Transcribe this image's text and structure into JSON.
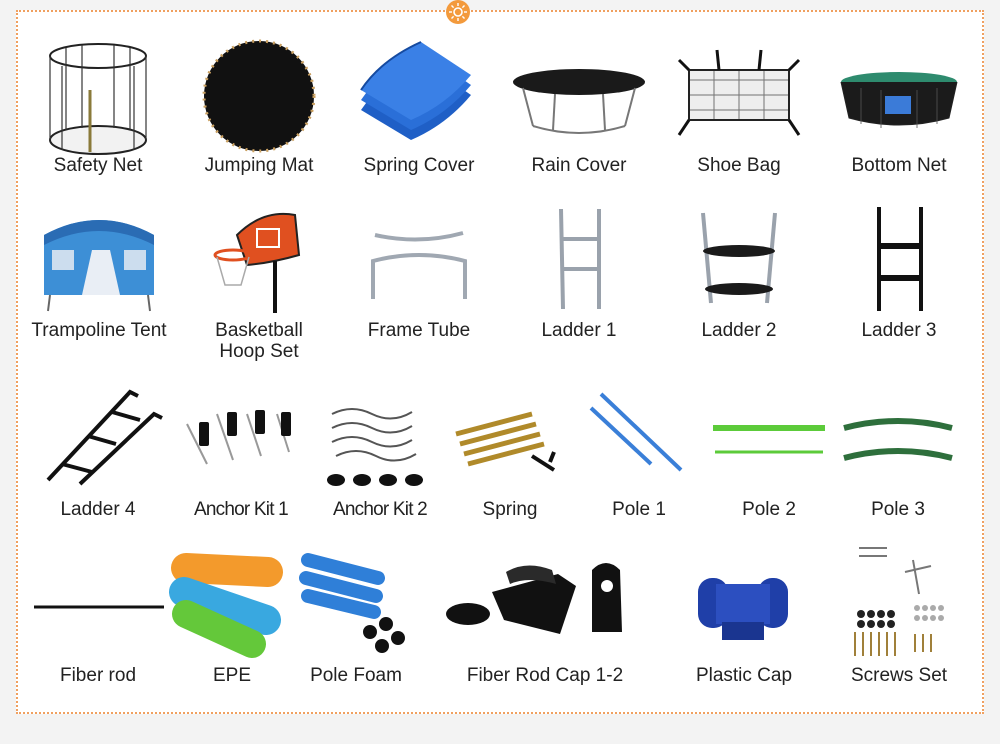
{
  "items": [
    {
      "label": "Safety Net",
      "icon": "safety-net-icon"
    },
    {
      "label": "Jumping Mat",
      "icon": "jumping-mat-icon"
    },
    {
      "label": "Spring Cover",
      "icon": "spring-cover-icon"
    },
    {
      "label": "Rain Cover",
      "icon": "rain-cover-icon"
    },
    {
      "label": "Shoe Bag",
      "icon": "shoe-bag-icon"
    },
    {
      "label": "Bottom Net",
      "icon": "bottom-net-icon"
    },
    {
      "label": "Trampoline Tent",
      "icon": "trampoline-tent-icon"
    },
    {
      "label": "Basketball",
      "label2": "Hoop Set",
      "icon": "basketball-hoop-icon"
    },
    {
      "label": "Frame Tube",
      "icon": "frame-tube-icon"
    },
    {
      "label": "Ladder 1",
      "icon": "ladder-1-icon"
    },
    {
      "label": "Ladder 2",
      "icon": "ladder-2-icon"
    },
    {
      "label": "Ladder 3",
      "icon": "ladder-3-icon"
    },
    {
      "label": "Ladder 4",
      "icon": "ladder-4-icon"
    },
    {
      "label": "Anchor Kit 1",
      "icon": "anchor-kit-1-icon"
    },
    {
      "label": "Anchor Kit 2",
      "icon": "anchor-kit-2-icon"
    },
    {
      "label": "Spring",
      "icon": "spring-icon"
    },
    {
      "label": "Pole 1",
      "icon": "pole-1-icon"
    },
    {
      "label": "Pole 2",
      "icon": "pole-2-icon"
    },
    {
      "label": "Pole 3",
      "icon": "pole-3-icon"
    },
    {
      "label": "Fiber rod",
      "icon": "fiber-rod-icon"
    },
    {
      "label": "EPE",
      "icon": "epe-icon"
    },
    {
      "label": "Pole Foam",
      "icon": "pole-foam-icon"
    },
    {
      "label": "Fiber Rod Cap 1-2",
      "icon": "fiber-rod-cap-icon"
    },
    {
      "label": "Plastic Cap",
      "icon": "plastic-cap-icon"
    },
    {
      "label": "Screws Set",
      "icon": "screws-set-icon"
    }
  ],
  "colors": {
    "border": "#f0a060",
    "accent": "#f39a3c",
    "text": "#222222"
  }
}
